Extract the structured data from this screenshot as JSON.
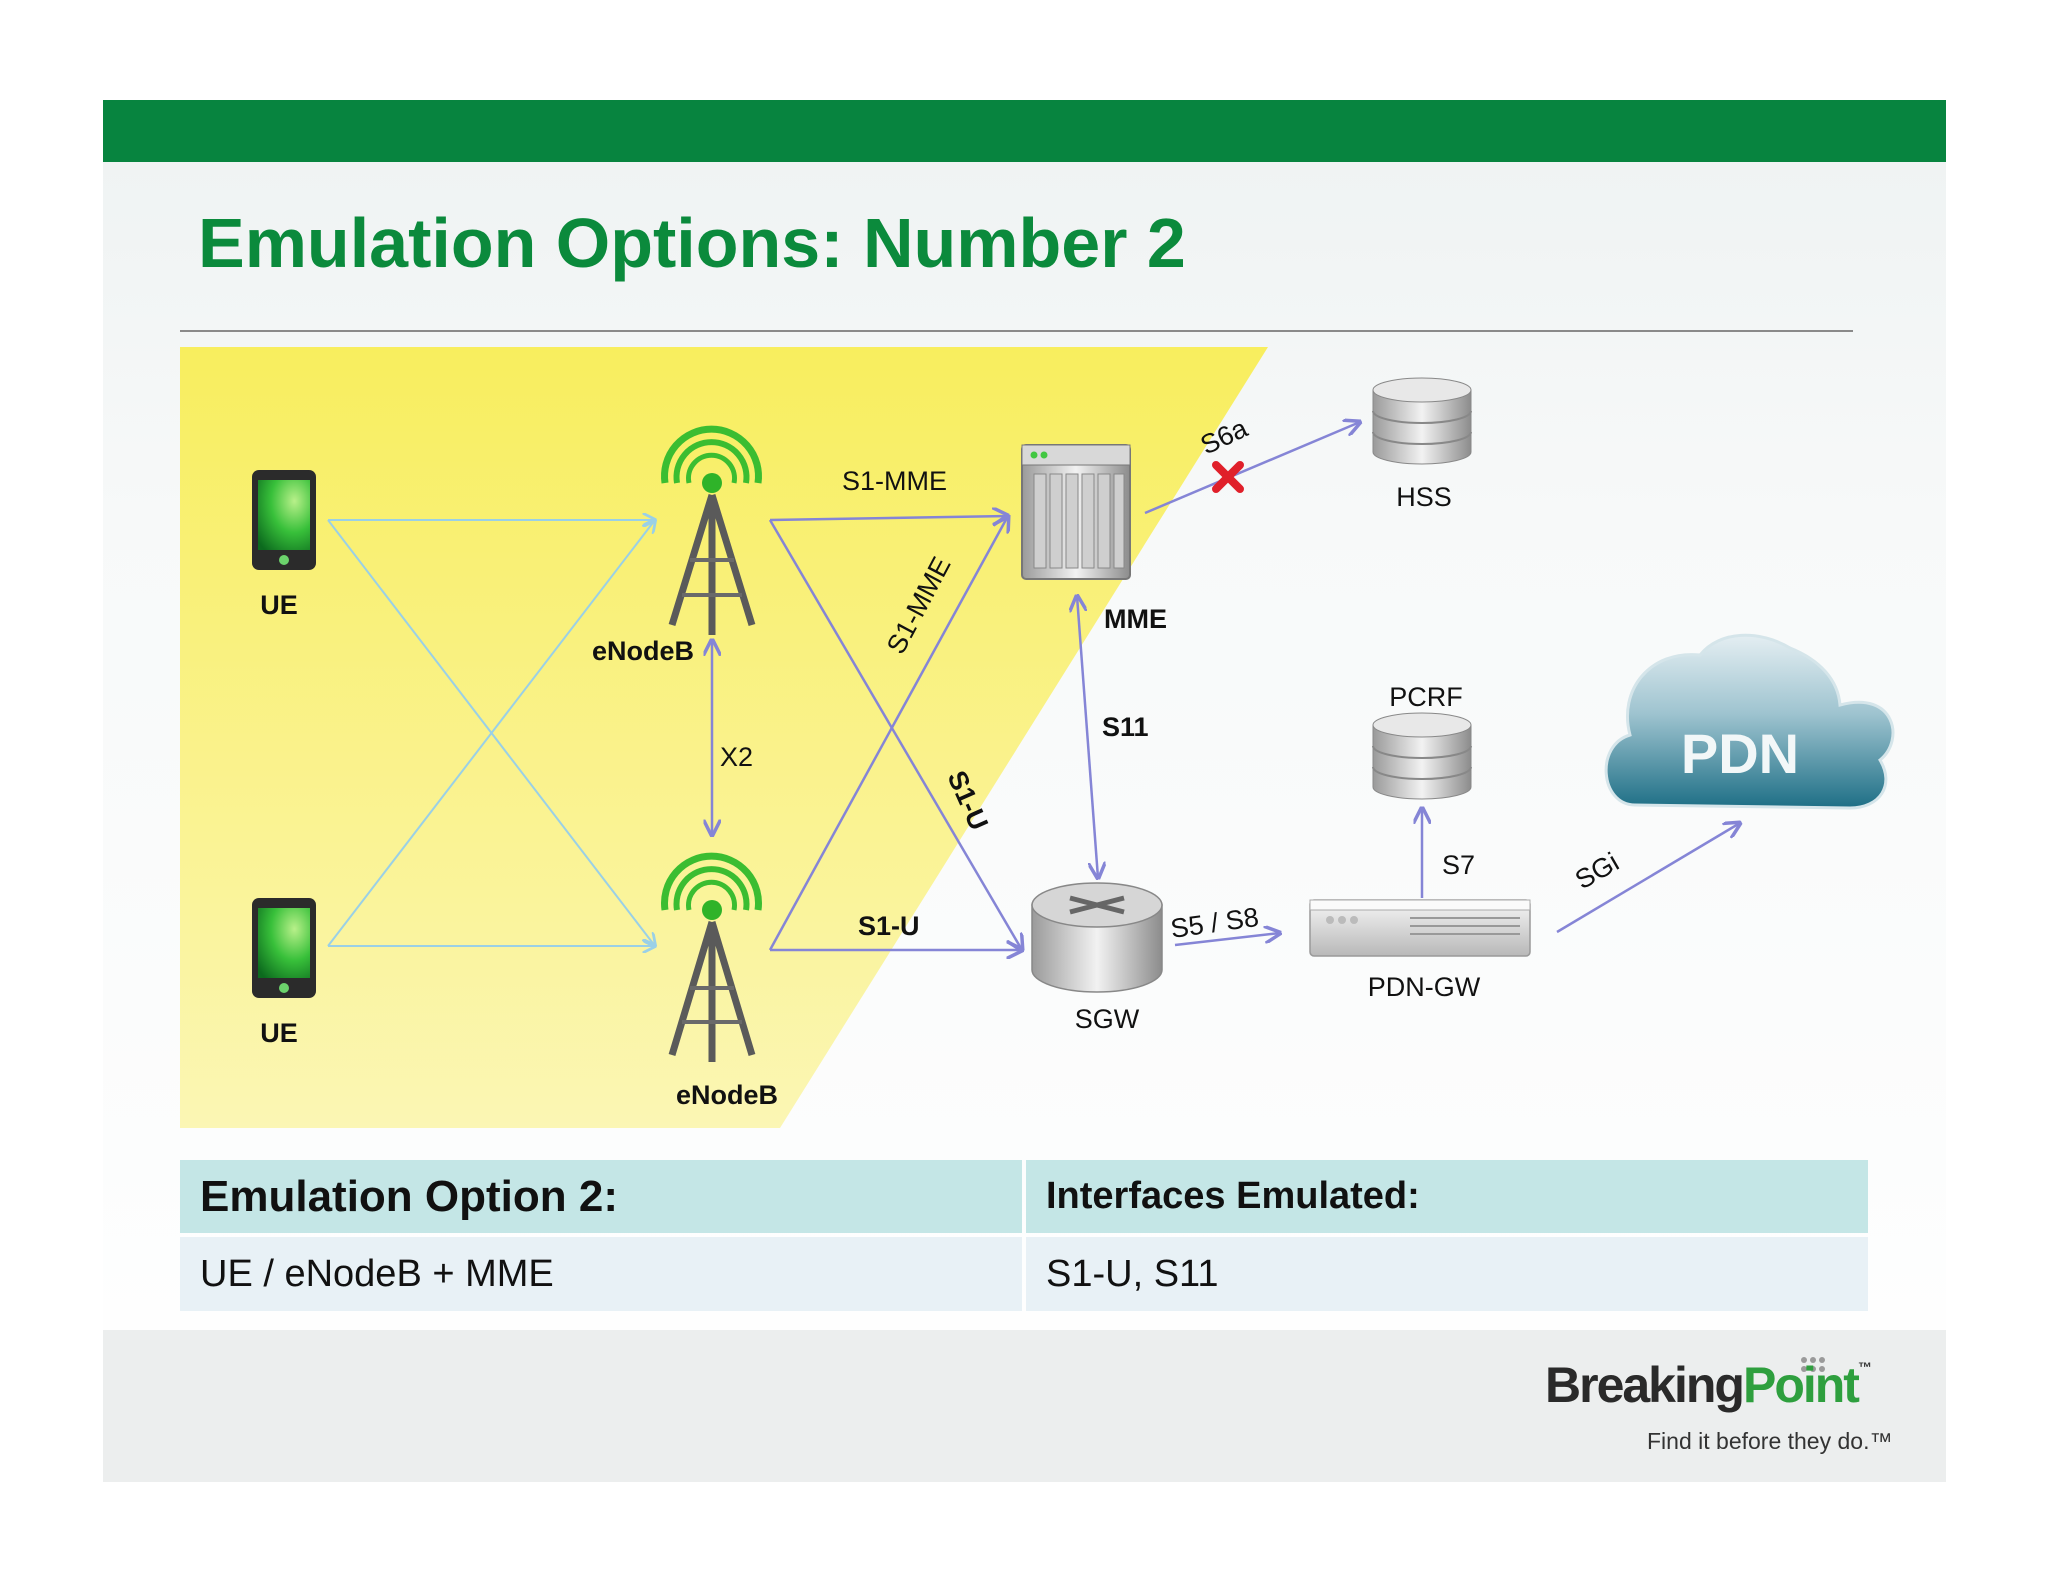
{
  "slide": {
    "title": "Emulation Options: Number 2",
    "colors": {
      "header_bar": "#07843f",
      "title": "#0b8a3c",
      "emulated_region": "#faf27a",
      "arrow": "#8585d6",
      "blocked": "#e0202a"
    }
  },
  "diagram": {
    "nodes": {
      "ue_top": "UE",
      "ue_bottom": "UE",
      "enodeb_top": "eNodeB",
      "enodeb_bottom": "eNodeB",
      "mme": "MME",
      "sgw": "SGW",
      "hss": "HSS",
      "pcrf": "PCRF",
      "pdn_gw": "PDN-GW",
      "pdn": "PDN"
    },
    "interfaces": {
      "s1_mme_top": "S1-MME",
      "s1_mme_diag": "S1-MME",
      "s1_u_diag": "S1-U",
      "s1_u_bottom": "S1-U",
      "x2": "X2",
      "s11": "S11",
      "s6a": "S6a",
      "s5_s8": "S5 / S8",
      "s7": "S7",
      "sgi": "SGi"
    },
    "icons": {
      "ue": "smartphone-icon",
      "enodeb": "antenna-tower-icon",
      "mme": "server-icon",
      "sgw": "router-icon",
      "hss": "database-icon",
      "pcrf": "database-icon",
      "pdn_gw": "gateway-appliance-icon",
      "pdn": "cloud-icon",
      "blocked": "red-x-icon"
    }
  },
  "table": {
    "header": [
      "Emulation Option 2:",
      "Interfaces Emulated:"
    ],
    "row": [
      "UE / eNodeB + MME",
      "S1-U, S11"
    ]
  },
  "logo": {
    "name_part1": "Breaking",
    "name_part2": "Point",
    "tm": "™",
    "tagline": "Find it before they do.™"
  }
}
